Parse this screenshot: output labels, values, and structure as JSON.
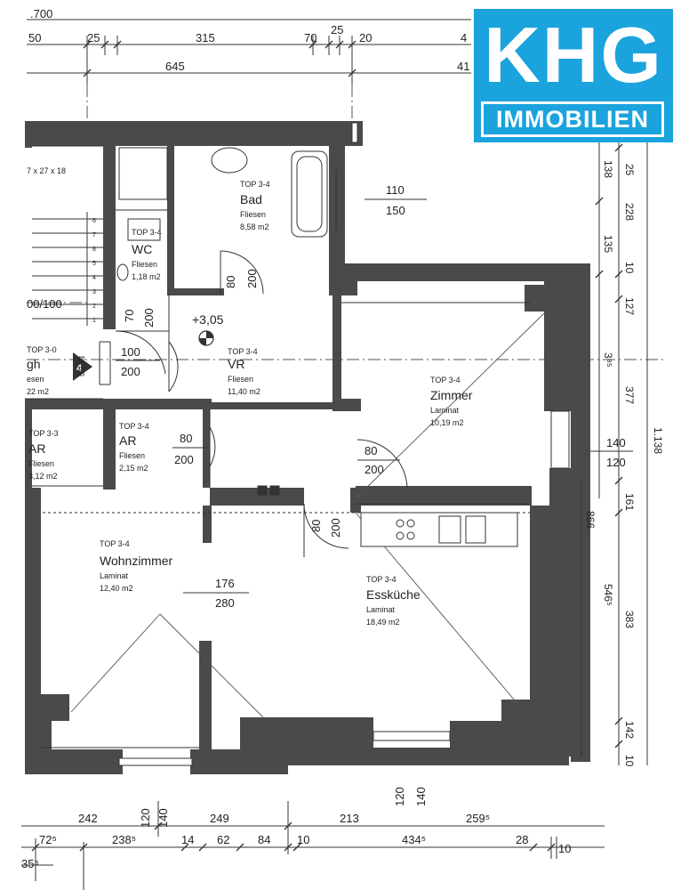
{
  "logo": {
    "main": "KHG",
    "sub": "IMMOBILIEN"
  },
  "colors": {
    "wall": "#4a4a4a",
    "logo_bg": "#1aa3dd",
    "line": "#333333"
  },
  "rooms": [
    {
      "top": "TOP 3-4",
      "name": "Bad",
      "floor": "Fliesen",
      "area": "8,58 m2"
    },
    {
      "top": "TOP 3-4",
      "name": "WC",
      "floor": "Fliesen",
      "area": "1,18 m2"
    },
    {
      "top": "TOP 3-4",
      "name": "VR",
      "floor": "Fliesen",
      "area": "11,40 m2"
    },
    {
      "top": "TOP 3-4",
      "name": "Zimmer",
      "floor": "Laminat",
      "area": "10,19 m2"
    },
    {
      "top": "TOP 3-4",
      "name": "AR",
      "floor": "Fliesen",
      "area": "2,15 m2"
    },
    {
      "top": "TOP 3-3",
      "name": "AR",
      "floor": "Fliesen",
      "area": "3,12 m2"
    },
    {
      "top": "TOP 3-0",
      "name": "gh",
      "floor": "esen",
      "area": "22 m2"
    },
    {
      "top": "TOP 3-4",
      "name": "Wohnzimmer",
      "floor": "Laminat",
      "area": "12,40 m2"
    },
    {
      "top": "TOP 3-4",
      "name": "Essküche",
      "floor": "Laminat",
      "area": "18,49 m2"
    }
  ],
  "doors": [
    {
      "w": "110",
      "h": "150"
    },
    {
      "w": "80",
      "h": "200"
    },
    {
      "w": "70",
      "h": "200"
    },
    {
      "w": "100",
      "h": "200"
    },
    {
      "w": "80",
      "h": "200"
    },
    {
      "w": "80",
      "h": "200"
    },
    {
      "w": "80",
      "h": "200"
    },
    {
      "w": "176",
      "h": "280"
    },
    {
      "w": "120",
      "h": "140"
    },
    {
      "w": "120",
      "h": "140"
    },
    {
      "w": "140",
      "h": "120"
    }
  ],
  "misc": {
    "elevation": "+3,05",
    "stair_marker": "4",
    "stair_label": "00/100",
    "stair_spec": "7 x 27 x 18",
    "stair_steps": [
      "6",
      "7",
      "8",
      "5",
      "4",
      "3",
      "2",
      "1"
    ],
    "shaft_label": "EL 3,0"
  },
  "dims_top": {
    "row0": [
      ".700"
    ],
    "row1": [
      "50",
      "25",
      "315",
      "70",
      "25",
      "20",
      "4"
    ],
    "row2": [
      "645",
      "41"
    ]
  },
  "dims_bottom": {
    "row1": [
      "242",
      "249",
      "213",
      "259⁵"
    ],
    "row2": [
      "72⁵",
      "238⁵",
      "14",
      "62",
      "84",
      "10",
      "434⁵",
      "28",
      "10"
    ],
    "row3": [
      "35⁵"
    ]
  },
  "dims_right": {
    "col1": [
      "25",
      "228",
      "10",
      "127",
      "377",
      "161",
      "383",
      "142",
      "10"
    ],
    "col2": [
      "138",
      "135",
      "3⁸⁵",
      "866",
      "546⁵"
    ],
    "col3": [
      "1.138"
    ]
  }
}
